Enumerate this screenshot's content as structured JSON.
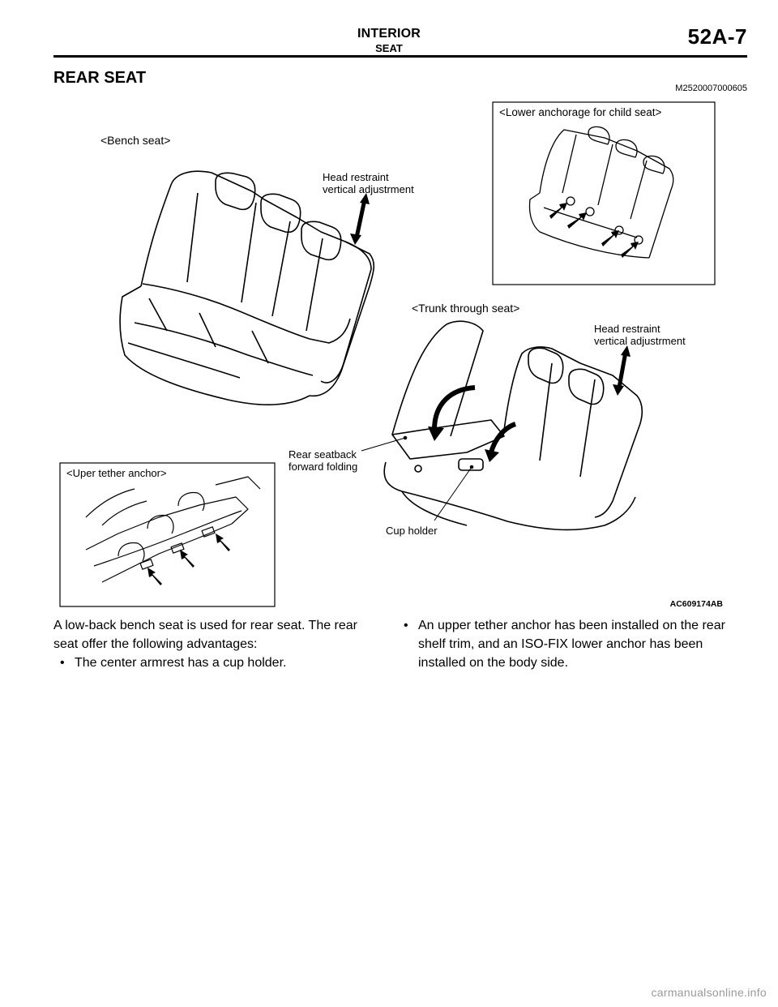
{
  "header": {
    "title": "INTERIOR",
    "subtitle": "SEAT",
    "page_number": "52A-7"
  },
  "section": {
    "title": "REAR SEAT",
    "code": "M2520007000605"
  },
  "figure": {
    "bench_label": "<Bench seat>",
    "lower_anchor_label": "<Lower anchorage for child seat>",
    "trunk_label": "<Trunk through seat>",
    "upper_tether_label": "<Uper tether anchor>",
    "head_restraint_1": [
      "Head restraint",
      "vertical adjustrment"
    ],
    "head_restraint_2": [
      "Head restraint",
      "vertical adjustrment"
    ],
    "rear_seatback": [
      "Rear seatback",
      "forward folding"
    ],
    "cup_holder": "Cup holder",
    "figure_code": "AC609174AB"
  },
  "body": {
    "left_paragraph": "A low-back bench seat is used for rear seat. The rear seat offer the following advantages:",
    "left_bullets": [
      "The center armrest has a cup holder."
    ],
    "right_bullets": [
      "An upper tether anchor has been installed on the rear shelf trim, and an ISO-FIX lower anchor has been installed on the body side."
    ],
    "bullet_symbol": "•"
  },
  "footer": {
    "watermark": "carmanualsonline.info"
  }
}
